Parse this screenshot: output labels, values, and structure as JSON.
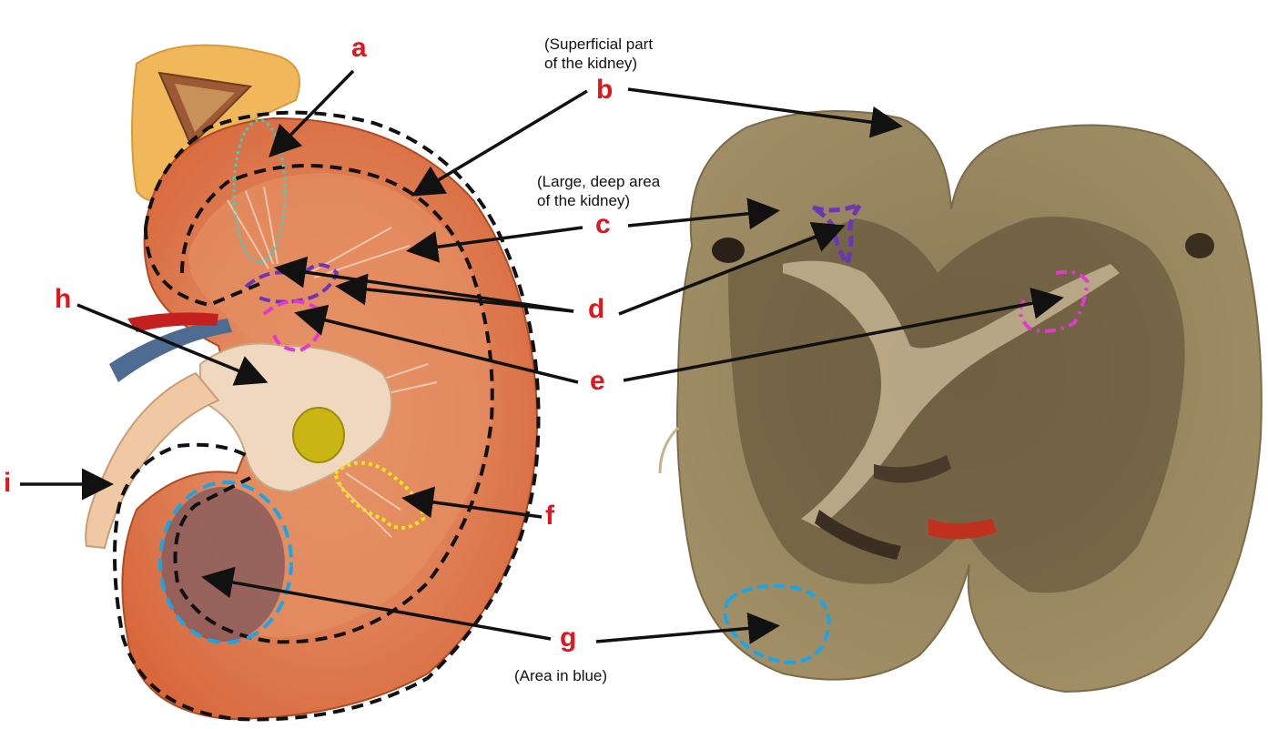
{
  "labels": {
    "a": "a",
    "b": "b",
    "c": "c",
    "d": "d",
    "e": "e",
    "f": "f",
    "g": "g",
    "h": "h",
    "i": "i"
  },
  "notes": {
    "b_line1": "(Superficial part",
    "b_line2": "of the kidney)",
    "c_line1": "(Large, deep area",
    "c_line2": "of the kidney)",
    "g": "(Area in blue)"
  },
  "colors": {
    "label": "#e0161c",
    "outline_black": "#111111",
    "pyramid_cyan": "#35d3c8",
    "minor_calyx_purple": "#6b35b5",
    "major_calyx_magenta": "#e23ad0",
    "papilla_yellow": "#f4e51b",
    "area_blue": "#1aa6e6"
  }
}
